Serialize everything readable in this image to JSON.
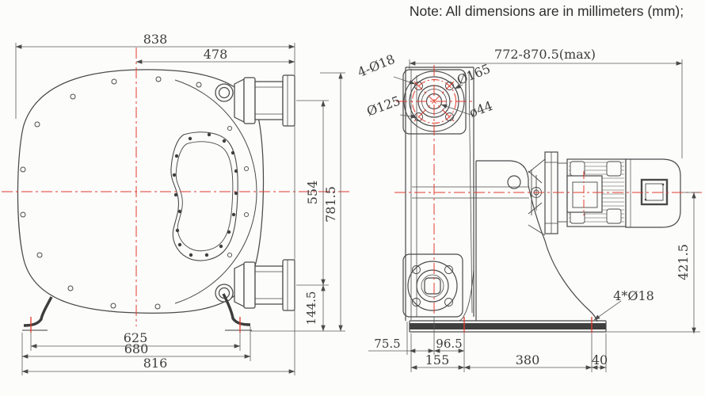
{
  "note": "Note: All dimensions are in millimeters (mm);",
  "colors": {
    "line": "#4a4a4a",
    "centerline_red": "#e23a2c",
    "background": "#fcfcfb",
    "text": "#3c3c3c"
  },
  "front_view": {
    "title": "pump front view",
    "dims": {
      "overall_width": "838",
      "center_to_flange_face": "478",
      "port_center_spacing": "554",
      "overall_height": "781.5",
      "port_center_to_base": "144.5",
      "foot_bolt_spacing": "625",
      "foot_outer_width": "680",
      "base_overall_width": "816"
    }
  },
  "side_view": {
    "title": "pump side view with drive motor",
    "dims": {
      "overall_length": "772-870.5(max)",
      "centerline_to_base": "421.5",
      "face_to_port_center": "75.5",
      "port_center_to_first_bolt": "96.5",
      "base_edge_to_first_bolt": "155",
      "base_bolt_spacing": "380",
      "last_bolt_to_edge": "40"
    },
    "labels": {
      "flange_bolt_holes": "4-Ø18",
      "flange_outer_diameter": "Ø165",
      "bolt_circle_diameter": "Ø125",
      "bore_diameter": "ø44",
      "anchor_bolt_holes": "4*Ø18"
    }
  }
}
